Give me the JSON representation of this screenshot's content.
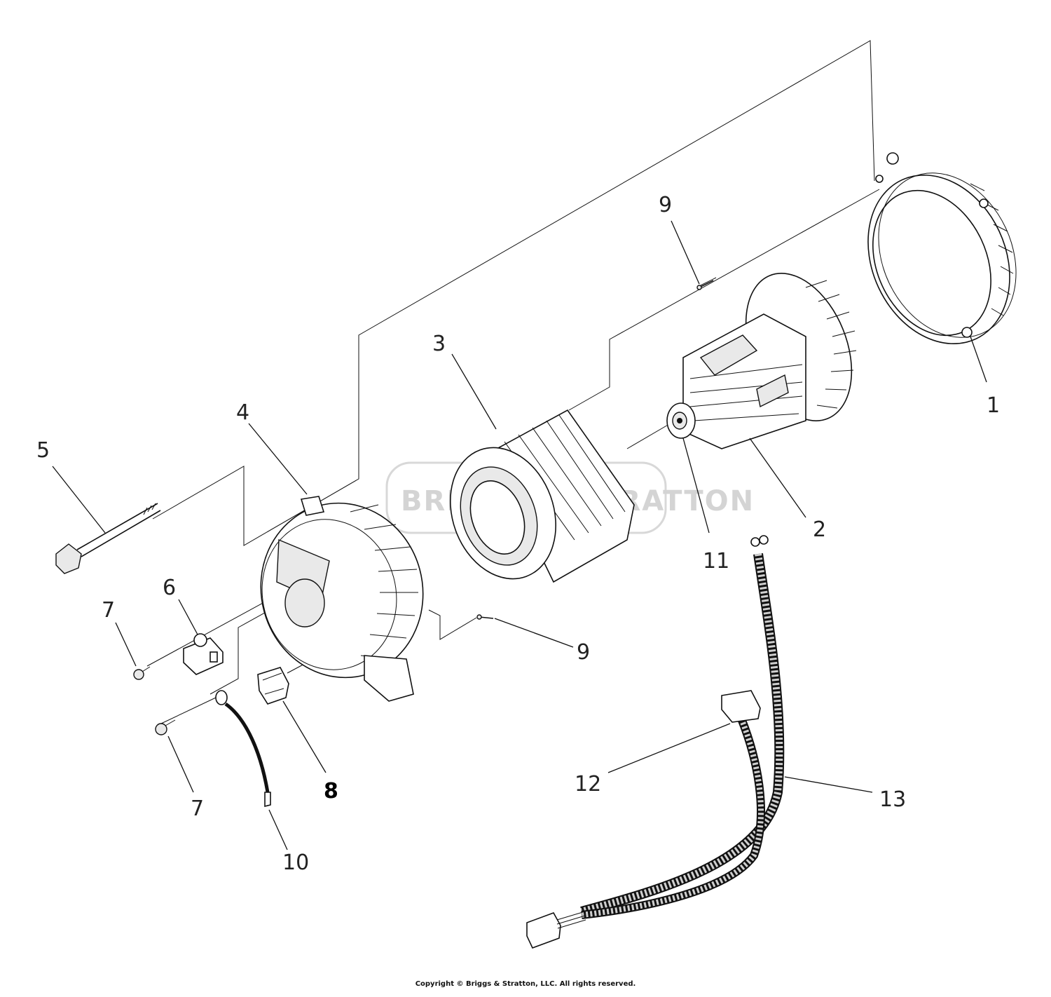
{
  "watermark": {
    "text": "BRIGGS & STRATTON"
  },
  "callouts": [
    {
      "id": "1",
      "label": "1"
    },
    {
      "id": "2",
      "label": "2"
    },
    {
      "id": "3",
      "label": "3"
    },
    {
      "id": "4",
      "label": "4"
    },
    {
      "id": "5",
      "label": "5"
    },
    {
      "id": "6",
      "label": "6"
    },
    {
      "id": "7a",
      "label": "7"
    },
    {
      "id": "7b",
      "label": "7"
    },
    {
      "id": "8",
      "label": "8"
    },
    {
      "id": "9a",
      "label": "9"
    },
    {
      "id": "9b",
      "label": "9"
    },
    {
      "id": "10",
      "label": "10"
    },
    {
      "id": "11",
      "label": "11"
    },
    {
      "id": "12",
      "label": "12"
    },
    {
      "id": "13",
      "label": "13"
    }
  ],
  "footer": {
    "copyright": "Copyright © Briggs & Stratton, LLC. All rights reserved."
  }
}
